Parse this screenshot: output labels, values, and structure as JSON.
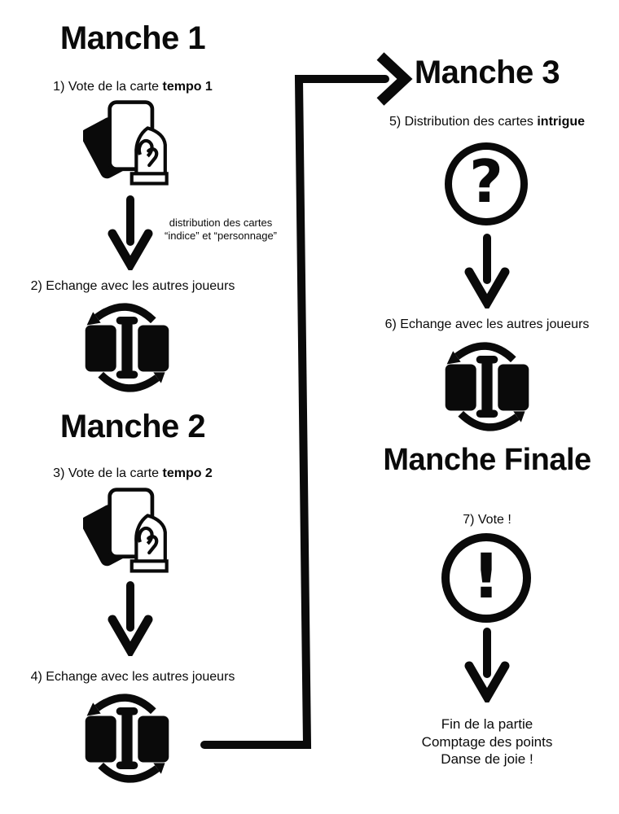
{
  "colors": {
    "ink": "#0a0a0a",
    "paper": "#ffffff"
  },
  "round1": {
    "title": "Manche 1",
    "step1_pre": "1) Vote de la carte ",
    "step1_bold": "tempo 1",
    "note_line1": "distribution des cartes",
    "note_line2": "“indice” et “personnage”",
    "step2": "2) Echange avec les autres joueurs"
  },
  "round2": {
    "title": "Manche 2",
    "step3_pre": "3) Vote de la carte ",
    "step3_bold": "tempo 2",
    "step4": "4) Echange avec les autres joueurs"
  },
  "round3": {
    "title": "Manche 3",
    "step5_pre": "5) Distribution des cartes ",
    "step5_bold": "intrigue",
    "step6": "6) Echange avec les autres joueurs"
  },
  "final_round": {
    "title": "Manche Finale",
    "step7": "7) Vote !",
    "ending_line1": "Fin de la partie",
    "ending_line2": "Comptage des points",
    "ending_line3": "Danse de joie !"
  },
  "icons": {
    "question_glyph": "?",
    "exclamation_glyph": "!"
  }
}
